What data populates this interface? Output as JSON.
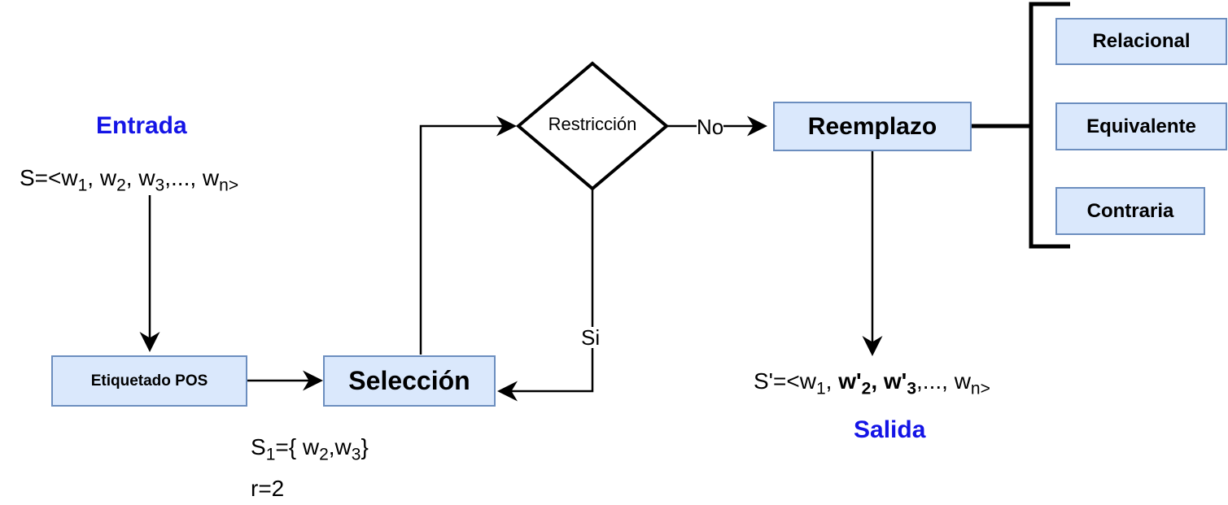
{
  "nodes": {
    "entrada_title": "Entrada",
    "salida_title": "Salida",
    "pos": "Etiquetado POS",
    "seleccion": "Selección",
    "restriccion": "Restricción",
    "reemplazo": "Reemplazo",
    "relacional": "Relacional",
    "equivalente": "Equivalente",
    "contraria": "Contraria"
  },
  "formulas": {
    "input": {
      "prefix": "S=<w",
      "s1": "1",
      "t1": ", w",
      "s2": "2",
      "t2": ", w",
      "s3": "3",
      "t3": ",..., w",
      "sn": "n>"
    },
    "selection": {
      "s": "S",
      "s_sub": "1",
      "eq": "={ w",
      "w2": "2",
      "comma": ",w",
      "w3": "3",
      "close": "}",
      "r": "r=2"
    },
    "output": {
      "prefix": "S'=<w",
      "s1": "1",
      "t1": ", ",
      "w2": "w'",
      "s2": "2",
      "t2": ", ",
      "w3": "w'",
      "s3": "3",
      "t3": ",..., w",
      "sn": "n>"
    }
  },
  "edges": {
    "no_label": "No",
    "si_label": "Si"
  }
}
